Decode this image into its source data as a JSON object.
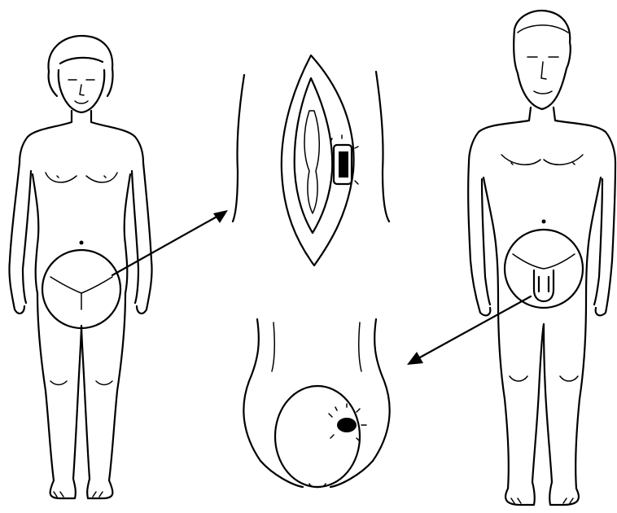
{
  "figure": {
    "panels": [
      {
        "id": "female-figure",
        "icon": "female-body-outline"
      },
      {
        "id": "female-genital-closeup",
        "icon": "vulva-ulcer-detail"
      },
      {
        "id": "male-figure",
        "icon": "male-body-outline"
      },
      {
        "id": "male-genital-closeup",
        "icon": "scrotum-ulcer-detail"
      }
    ],
    "arrows": [
      {
        "from": "female-figure",
        "to": "female-genital-closeup"
      },
      {
        "from": "male-figure",
        "to": "male-genital-closeup"
      }
    ],
    "colors": {
      "ink": "#000000",
      "background": "#ffffff"
    }
  }
}
